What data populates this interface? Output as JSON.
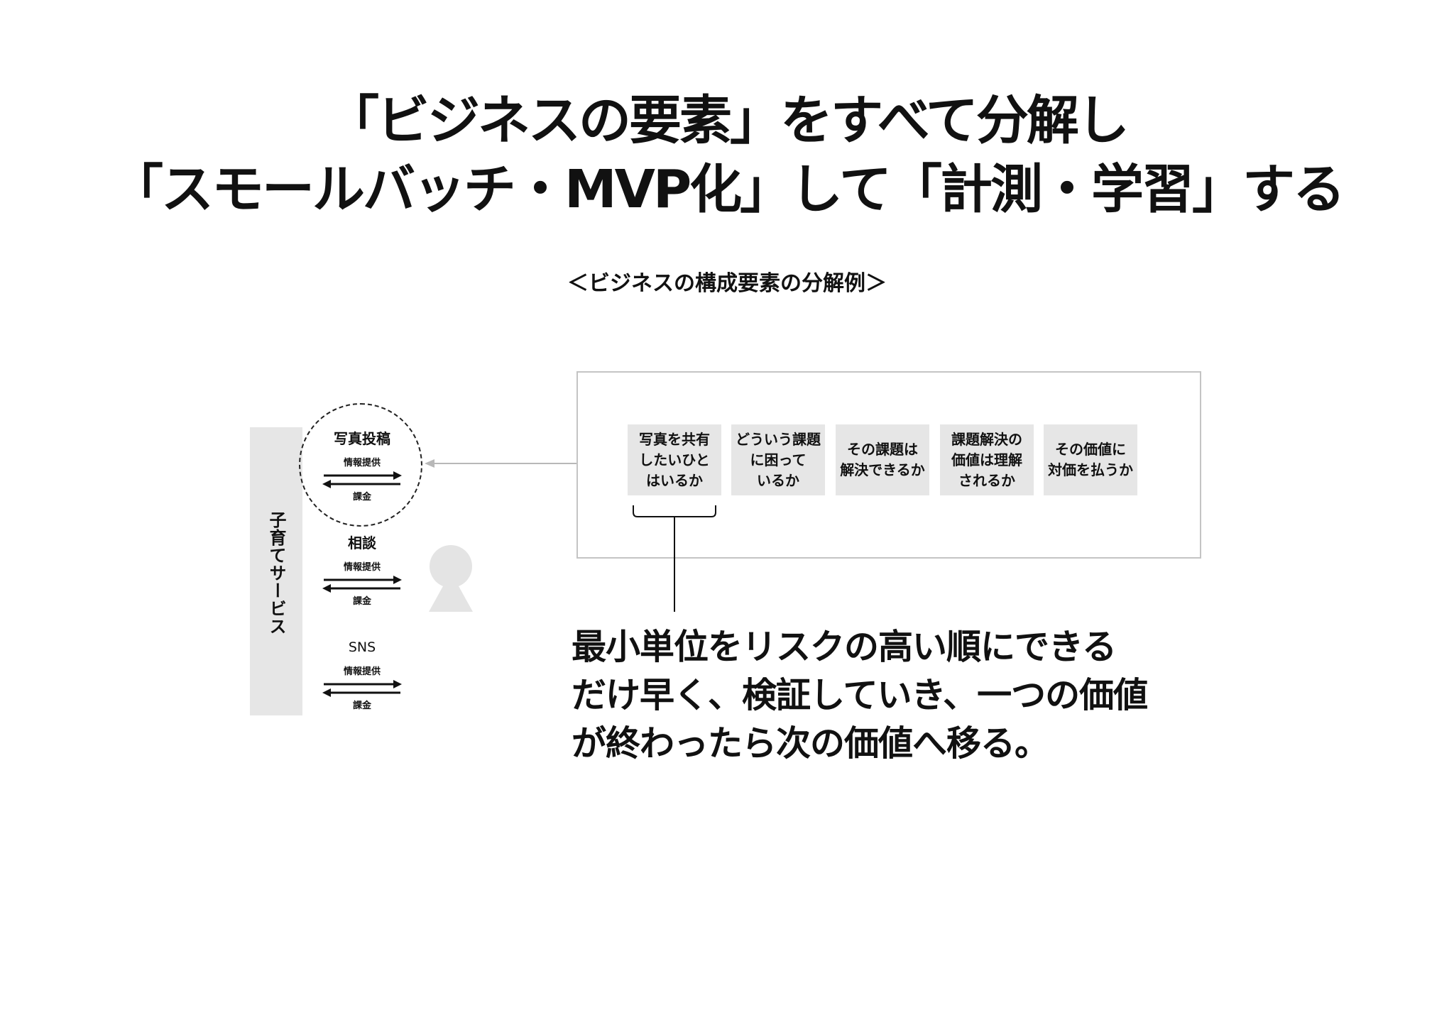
{
  "heading": {
    "line1": "「ビジネスの要素」をすべて分解し",
    "line2": "「スモールバッチ・MVP化」して「計測・学習」する"
  },
  "diagram_caption": "＜ビジネスの構成要素の分解例＞",
  "service": {
    "label": "子育てサービス",
    "exchanges": [
      {
        "title": "写真投稿",
        "info": "情報提供",
        "fee": "課金",
        "highlighted": true
      },
      {
        "title": "相談",
        "info": "情報提供",
        "fee": "課金",
        "highlighted": false
      },
      {
        "title": "SNS",
        "info": "情報提供",
        "fee": "課金",
        "highlighted": false
      }
    ]
  },
  "value_elements": [
    {
      "text": "写真を共有\nしたいひと\nはいるか"
    },
    {
      "text": "どういう課題\nに困って\nいるか"
    },
    {
      "text": "その課題は\n解決できるか"
    },
    {
      "text": "課題解決の\n価値は理解\nされるか"
    },
    {
      "text": "その価値に\n対価を払うか"
    }
  ],
  "note": "最小単位をリスクの高い順にできる\nだけ早く、検証していき、一つの価値\nが終わったら次の価値へ移る。",
  "colors": {
    "text": "#111111",
    "panel_fill": "#e6e6e6",
    "box_border": "#c4c4c4",
    "person_fill": "#e4e4e4",
    "pointer_arrow": "#b8b8b8"
  },
  "icons": {
    "person": "person-icon",
    "exchange": "two-way-arrows-icon"
  }
}
